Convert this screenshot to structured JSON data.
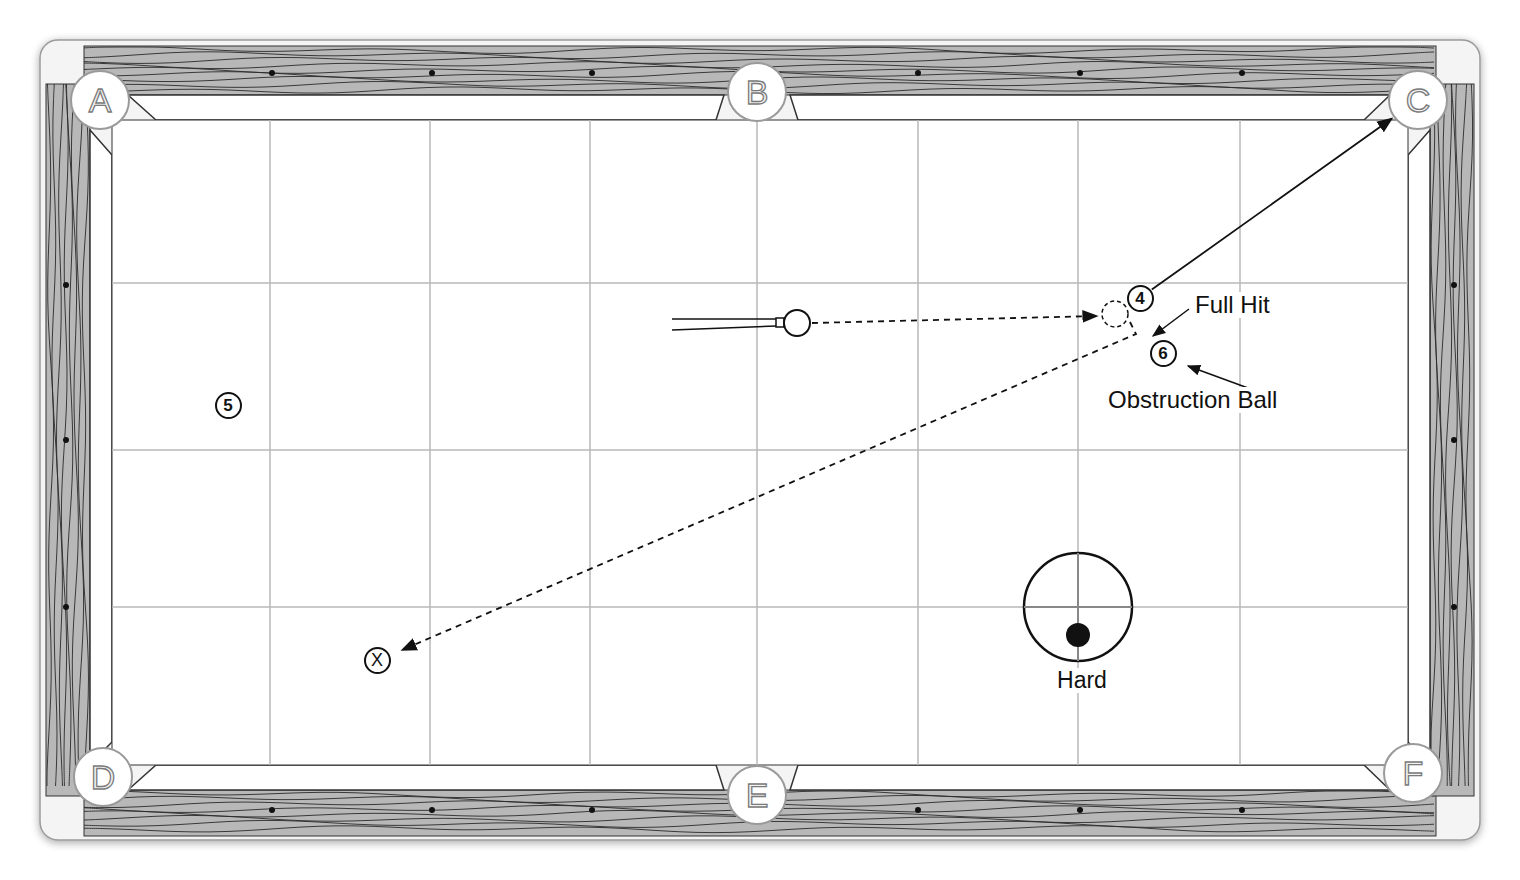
{
  "diagram": {
    "nodes": [
      {
        "text": [
          "A"
        ]
      },
      {
        "text": [
          "B"
        ]
      },
      {
        "text": [
          "C"
        ]
      },
      {
        "text": [
          "4"
        ]
      },
      {
        "text": [
          "6"
        ]
      },
      {
        "text": [
          "5"
        ]
      },
      {
        "text": [
          "X"
        ]
      },
      {
        "text": [
          "D"
        ]
      },
      {
        "text": [
          "E"
        ]
      },
      {
        "text": [
          "F"
        ]
      }
    ],
    "edges": [
      {
        "from": 3,
        "to": 2,
        "arrow": "to"
      }
    ],
    "labels": [
      "Full Hit",
      "Obstruction Ball",
      "Hard"
    ]
  }
}
